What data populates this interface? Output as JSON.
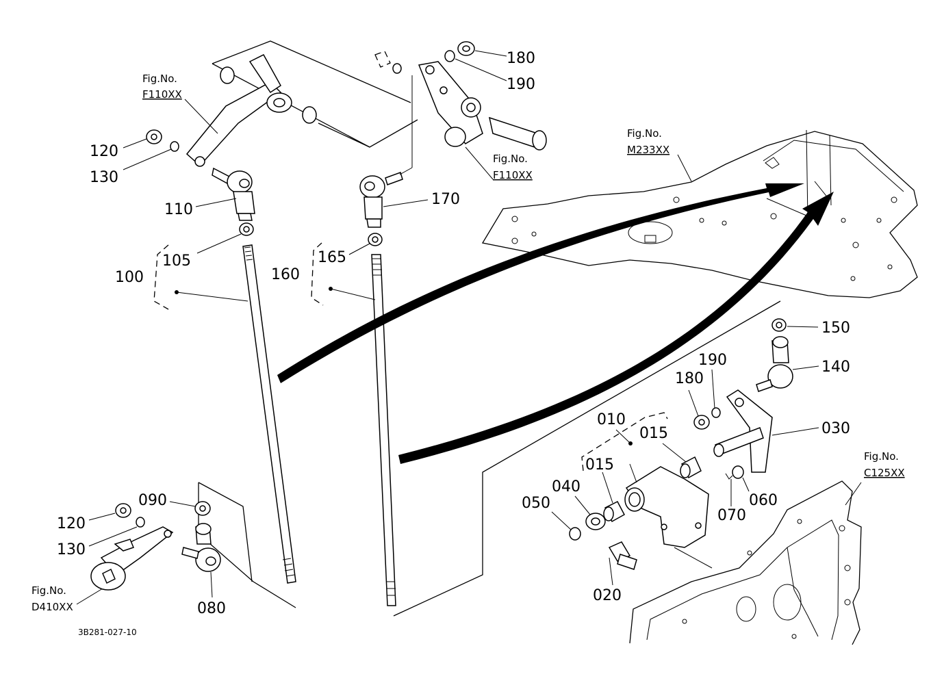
{
  "figure_refs": {
    "f110_top_left": {
      "prefix": "Fig.No.",
      "code": "F110XX"
    },
    "f110_top_right": {
      "prefix": "Fig.No.",
      "code": "F110XX"
    },
    "m233": {
      "prefix": "Fig.No.",
      "code": "M233XX"
    },
    "c125": {
      "prefix": "Fig.No.",
      "code": "C125XX"
    },
    "d410": {
      "prefix": "Fig.No.",
      "code": "D410XX"
    }
  },
  "callouts": {
    "p180_top": "180",
    "p190_top": "190",
    "p120_top": "120",
    "p130_top": "130",
    "p110": "110",
    "p170": "170",
    "p105": "105",
    "p165": "165",
    "p100": "100",
    "p160": "160",
    "p150": "150",
    "p140": "140",
    "p180_mid": "180",
    "p190_mid": "190",
    "p010": "010",
    "p015_a": "015",
    "p015_b": "015",
    "p030": "030",
    "p040": "040",
    "p050": "050",
    "p070": "070",
    "p060": "060",
    "p090": "090",
    "p120_bot": "120",
    "p130_bot": "130",
    "p080": "080",
    "p020": "020"
  },
  "drawing_code": "3B281-027-10"
}
